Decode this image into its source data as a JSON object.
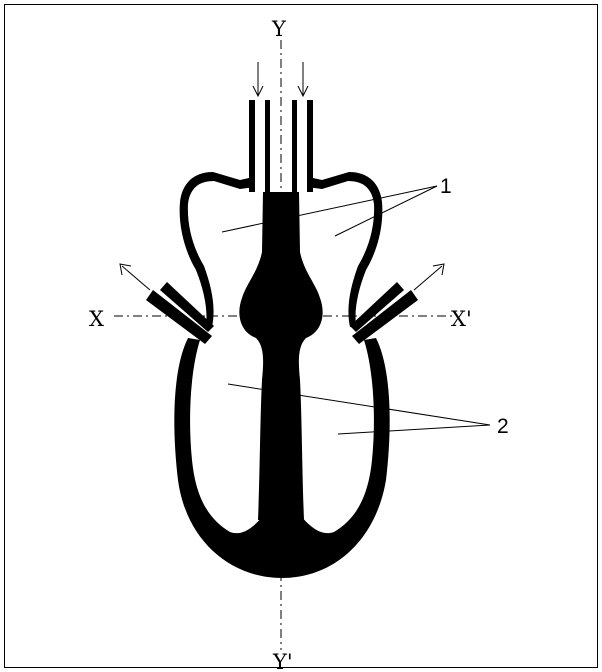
{
  "axis_labels": {
    "y_top": "Y",
    "y_bottom": "Y'",
    "x_left": "X",
    "x_right": "X'"
  },
  "callouts": {
    "one": "1",
    "two": "2"
  },
  "colors": {
    "ink": "#000000",
    "background": "#ffffff"
  }
}
